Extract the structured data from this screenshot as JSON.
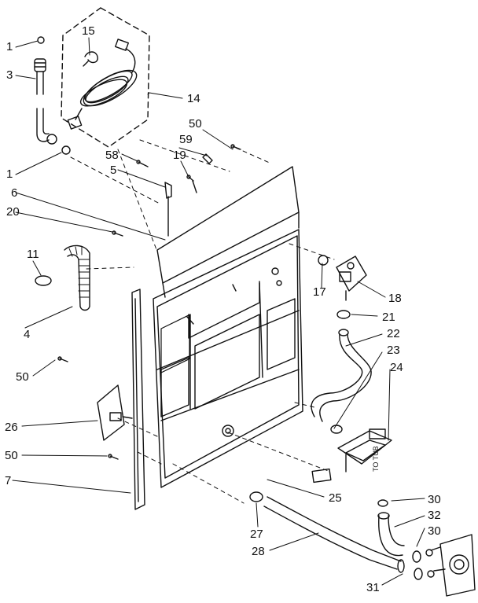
{
  "labels": {
    "p1a": "1",
    "p3": "3",
    "p15": "15",
    "p14": "14",
    "p1b": "1",
    "p50a": "50",
    "p58": "58",
    "p59": "59",
    "p5": "5",
    "p19": "19",
    "p6": "6",
    "p20": "20",
    "p11": "11",
    "p4": "4",
    "p17": "17",
    "p18": "18",
    "p21": "21",
    "p22": "22",
    "p23": "23",
    "p24": "24",
    "p50b": "50",
    "p26": "26",
    "p50c": "50",
    "p7": "7",
    "p25": "25",
    "p27": "27",
    "p28": "28",
    "p30a": "30",
    "p32": "32",
    "p30b": "30",
    "p31": "31"
  },
  "to_tub": "TO TUB",
  "colors": {
    "ink": "#111111",
    "paper": "#ffffff"
  }
}
